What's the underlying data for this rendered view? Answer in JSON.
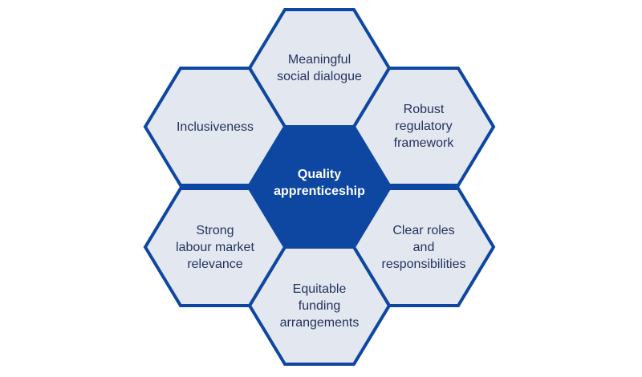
{
  "diagram": {
    "center": "Quality\napprenticeship",
    "hexes": [
      {
        "id": "top",
        "label": "Meaningful\nsocial dialogue"
      },
      {
        "id": "upper-right",
        "label": "Robust\nregulatory\nframework"
      },
      {
        "id": "lower-right",
        "label": "Clear roles\nand\nresponsibilities"
      },
      {
        "id": "bottom",
        "label": "Equitable\nfunding\narrangements"
      },
      {
        "id": "lower-left",
        "label": "Strong\nlabour market\nrelevance"
      },
      {
        "id": "upper-left",
        "label": "Inclusiveness"
      }
    ]
  },
  "colors": {
    "primary": "#0d47a1",
    "tile_fill": "#e3e7f0",
    "tile_text": "#23345e",
    "center_text": "#ffffff"
  }
}
